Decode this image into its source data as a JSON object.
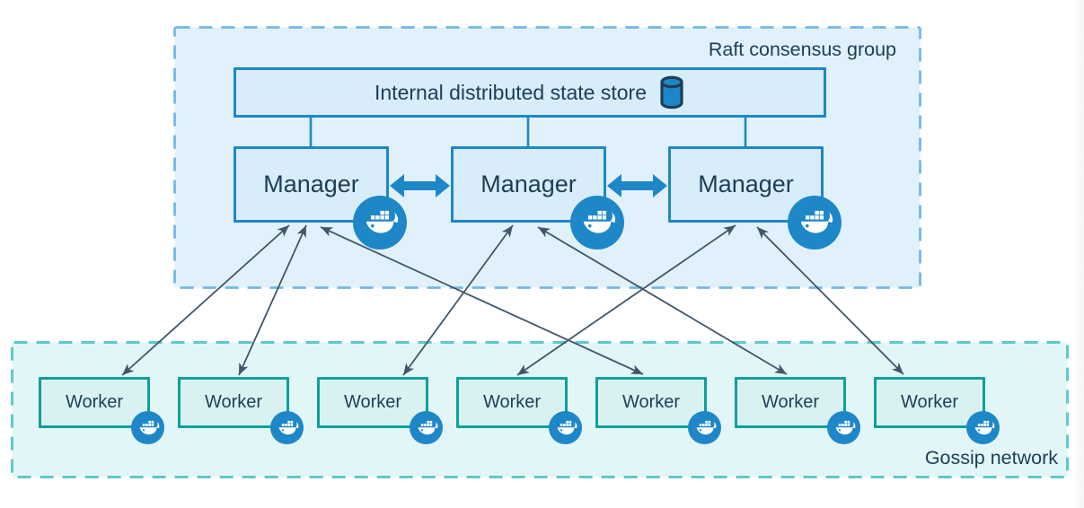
{
  "diagram": {
    "raft_group": {
      "label": "Raft consensus group"
    },
    "state_store": {
      "label": "Internal distributed state store",
      "icon": "database-icon"
    },
    "managers": [
      {
        "id": "manager-1",
        "label": "Manager",
        "icon": "docker-whale-icon"
      },
      {
        "id": "manager-2",
        "label": "Manager",
        "icon": "docker-whale-icon"
      },
      {
        "id": "manager-3",
        "label": "Manager",
        "icon": "docker-whale-icon"
      }
    ],
    "workers": [
      {
        "id": "worker-1",
        "label": "Worker",
        "icon": "docker-whale-icon"
      },
      {
        "id": "worker-2",
        "label": "Worker",
        "icon": "docker-whale-icon"
      },
      {
        "id": "worker-3",
        "label": "Worker",
        "icon": "docker-whale-icon"
      },
      {
        "id": "worker-4",
        "label": "Worker",
        "icon": "docker-whale-icon"
      },
      {
        "id": "worker-5",
        "label": "Worker",
        "icon": "docker-whale-icon"
      },
      {
        "id": "worker-6",
        "label": "Worker",
        "icon": "docker-whale-icon"
      },
      {
        "id": "worker-7",
        "label": "Worker",
        "icon": "docker-whale-icon"
      }
    ],
    "gossip_network": {
      "label": "Gossip network"
    },
    "edges": {
      "store_links": [
        "manager-1",
        "manager-2",
        "manager-3"
      ],
      "manager_peer_links": [
        [
          "manager-1",
          "manager-2"
        ],
        [
          "manager-2",
          "manager-3"
        ]
      ],
      "manager_worker_links": [
        [
          "manager-1",
          "worker-1"
        ],
        [
          "manager-1",
          "worker-2"
        ],
        [
          "manager-1",
          "worker-5"
        ],
        [
          "manager-2",
          "worker-3"
        ],
        [
          "manager-2",
          "worker-6"
        ],
        [
          "manager-3",
          "worker-4"
        ],
        [
          "manager-3",
          "worker-7"
        ]
      ]
    },
    "colors": {
      "text": "#1e3d57",
      "raft_fill": "#e1f1fb",
      "raft_border": "#74b8e2",
      "blue_fill": "#d8ecfa",
      "blue_border": "#1e87c8",
      "gossip_fill": "#e3f6f7",
      "gossip_border": "#5fc8cc",
      "worker_fill": "#d9f2f1",
      "worker_border": "#0fa09b",
      "docker_blue": "#1d87c8",
      "arrow": "#40566b"
    }
  }
}
